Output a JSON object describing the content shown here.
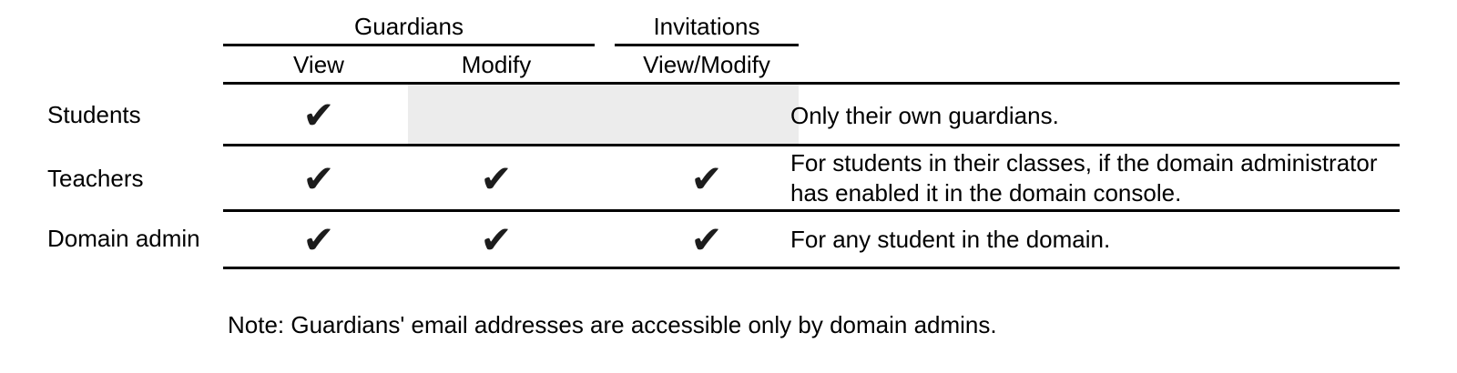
{
  "table": {
    "column_groups": [
      {
        "label": "Guardians",
        "sub_columns": [
          "View",
          "Modify"
        ]
      },
      {
        "label": "Invitations",
        "sub_columns": [
          "View/Modify"
        ]
      }
    ],
    "check_glyph": "✔",
    "rows": [
      {
        "label": "Students",
        "permissions": {
          "guardians_view": true,
          "guardians_modify": false,
          "invitations_view_modify": false
        },
        "note_lines": [
          "Only their own guardians."
        ]
      },
      {
        "label": "Teachers",
        "permissions": {
          "guardians_view": true,
          "guardians_modify": true,
          "invitations_view_modify": true
        },
        "note_lines": [
          "For students in their classes, if the domain administrator",
          "has enabled it in the domain console."
        ]
      },
      {
        "label": "Domain admin",
        "permissions": {
          "guardians_view": true,
          "guardians_modify": true,
          "invitations_view_modify": true
        },
        "note_lines": [
          "For any student in the domain."
        ]
      }
    ]
  },
  "footnote": "Note: Guardians' email addresses are accessible only by domain admins.",
  "colors": {
    "text": "#000000",
    "rule": "#000000",
    "disabled_cell": "#ececec",
    "check": "#1c1c1c"
  }
}
